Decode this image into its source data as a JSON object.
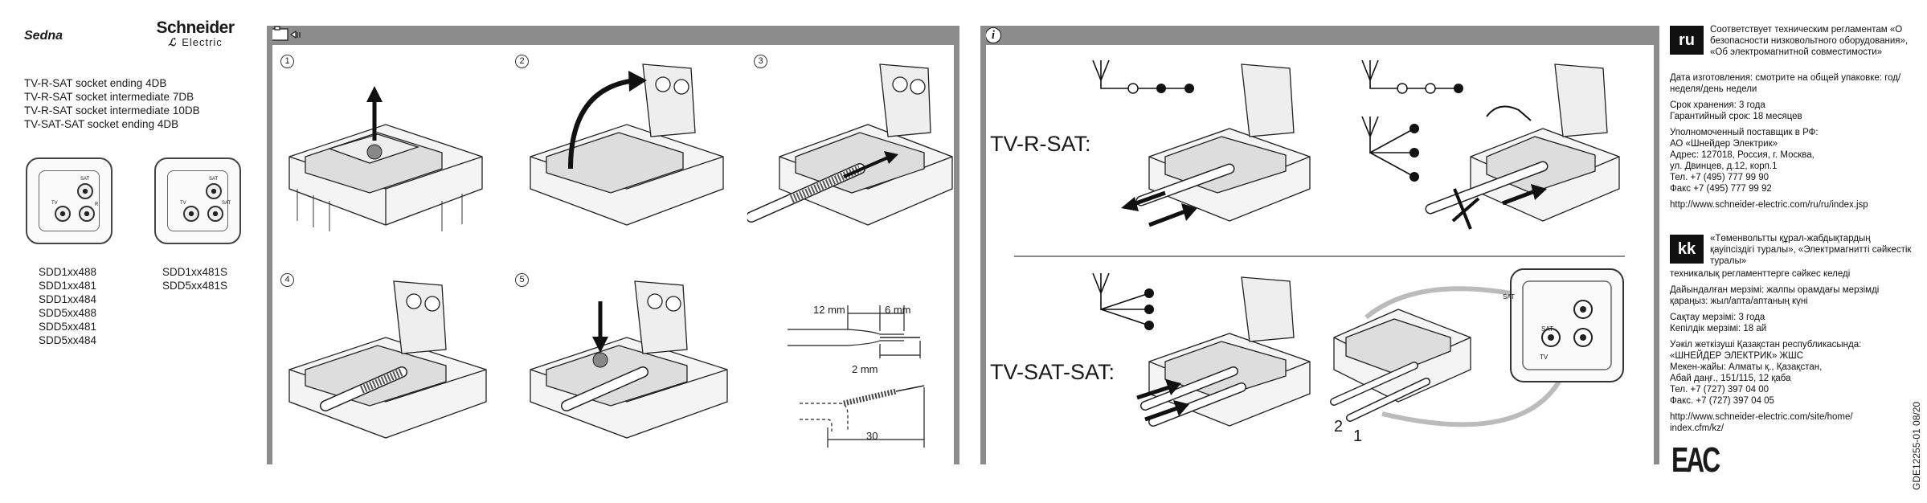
{
  "header": {
    "product_line": "Sedna",
    "brand_name": "Schneider",
    "brand_sub": "Electric"
  },
  "titles": [
    "TV-R-SAT socket ending 4DB",
    "TV-R-SAT socket intermediate 7DB",
    "TV-R-SAT socket intermediate 10DB",
    "TV-SAT-SAT socket ending 4DB"
  ],
  "socket_labels": {
    "sat": "SAT",
    "tv": "TV",
    "r": "R"
  },
  "codes_left": [
    "SDD1xx488",
    "SDD1xx481",
    "SDD1xx484",
    "SDD5xx488",
    "SDD5xx481",
    "SDD5xx484"
  ],
  "codes_right": [
    "SDD1xx481S",
    "SDD5xx481S"
  ],
  "steps": [
    "1",
    "2",
    "3",
    "4",
    "5"
  ],
  "dimensions": {
    "d1": "12 mm",
    "d2": "6 mm",
    "d3": "2 mm",
    "d4": "30"
  },
  "info": {
    "icon": "i",
    "label_top": "TV-R-SAT:",
    "label_bottom": "TV-SAT-SAT:",
    "num1": "1",
    "num2": "2"
  },
  "ru": {
    "code": "ru",
    "intro": "Соответствует техническим регламентам «О безопасности низковольтного оборудования», «Об электромагнитной совместимости»",
    "p1": "Дата изготовления: смотрите на общей упаковке: год/неделя/день недели",
    "p2a": "Срок хранения: 3 года",
    "p2b": "Гарантийный срок: 18 месяцев",
    "p3a": "Уполномоченный поставщик в РФ:",
    "p3b": "АО «Шнейдер Электрик»",
    "p3c": "Адрес: 127018, Россия, г. Москва,",
    "p3d": "ул. Двинцев, д.12, корп.1",
    "p3e": "Тел.  +7 (495) 777 99 90",
    "p3f": "Факс +7 (495) 777 99 92",
    "p4": "http://www.schneider-electric.com/ru/ru/index.jsp"
  },
  "kk": {
    "code": "kk",
    "intro": "«Төменвольтты құрал-жабдықтардың қауіпсіздігі туралы», «Электрмагнитті сәйкестік туралы»",
    "intro2": "техникалық регламенттерге  сәйкес келеді",
    "p1": "Дайындалған мерзімі: жалпы орамдағы мерзімді қараңыз: жыл/апта/аптаның күні",
    "p2a": "Сақтау мерзімі: 3 года",
    "p2b": "Кепілдік мерзімі: 18 ай",
    "p3a": "Уәкіл жеткізуші Қазақстан республикасында:",
    "p3b": "«ШНЕЙДЕР ЭЛЕКТРИК» ЖШС",
    "p3c": "Мекен-жайы: Алматы қ., Қазақстан,",
    "p3d": "Абай даңғ., 151/115, 12 қаба",
    "p3e": "Тел. +7 (727) 397 04 00",
    "p3f": "Факс. +7 (727) 397 04 05",
    "p4a": "http://www.schneider-electric.com/site/home/",
    "p4b": "index.cfm/kz/"
  },
  "footer": {
    "eac": "EAC",
    "docref": "GDE12255-01 08/20"
  }
}
